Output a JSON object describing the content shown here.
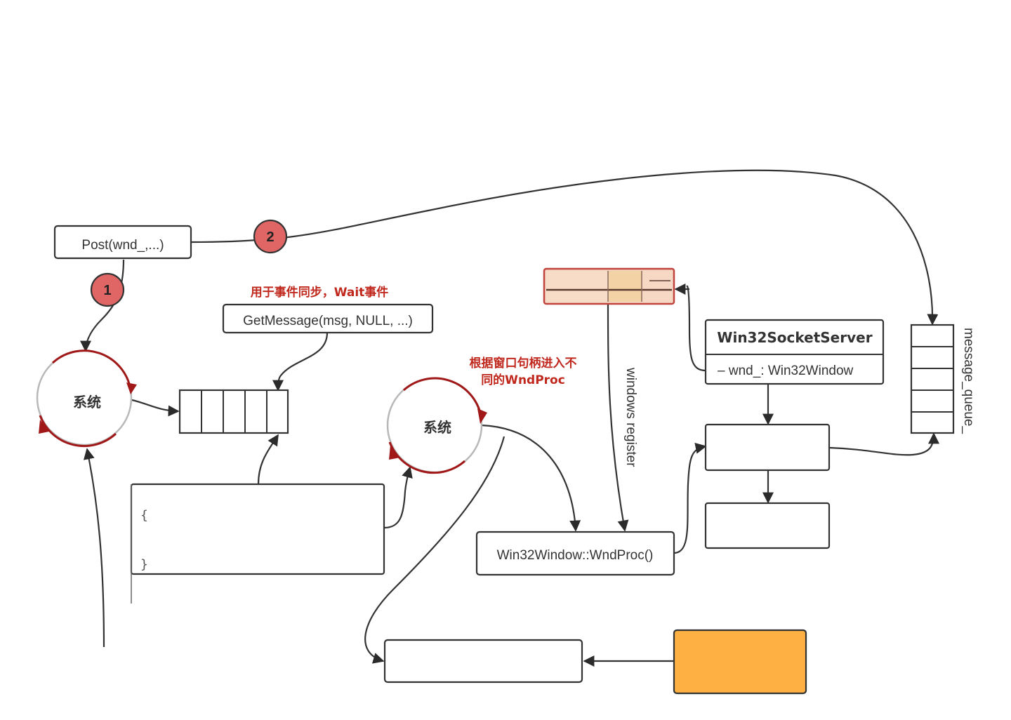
{
  "nodes": {
    "post": "Post(wnd_,...)",
    "get_message": "GetMessage(msg, NULL, ...)",
    "system_left": "系统",
    "system_mid": "系统",
    "wndproc": "Win32Window::WndProc()",
    "socket_server_title": "Win32SocketServer",
    "socket_server_member": "– wnd_: Win32Window",
    "message_queue_label": "message_queue_",
    "windows_register_label": "windows register",
    "loop_brace_open": "{",
    "loop_brace_close": "}"
  },
  "notes": {
    "sync_note": "用于事件同步，Wait事件",
    "dispatch_note_line1": "根据窗口句柄进入不",
    "dispatch_note_line2": "同的WndProc"
  },
  "badges": {
    "step1": "1",
    "step2": "2"
  },
  "colors": {
    "badge_fill": "#e06666",
    "accent_red": "#a01818",
    "note_red": "#c0281e",
    "orange_box": "#ffb042",
    "stroke": "#333333"
  }
}
